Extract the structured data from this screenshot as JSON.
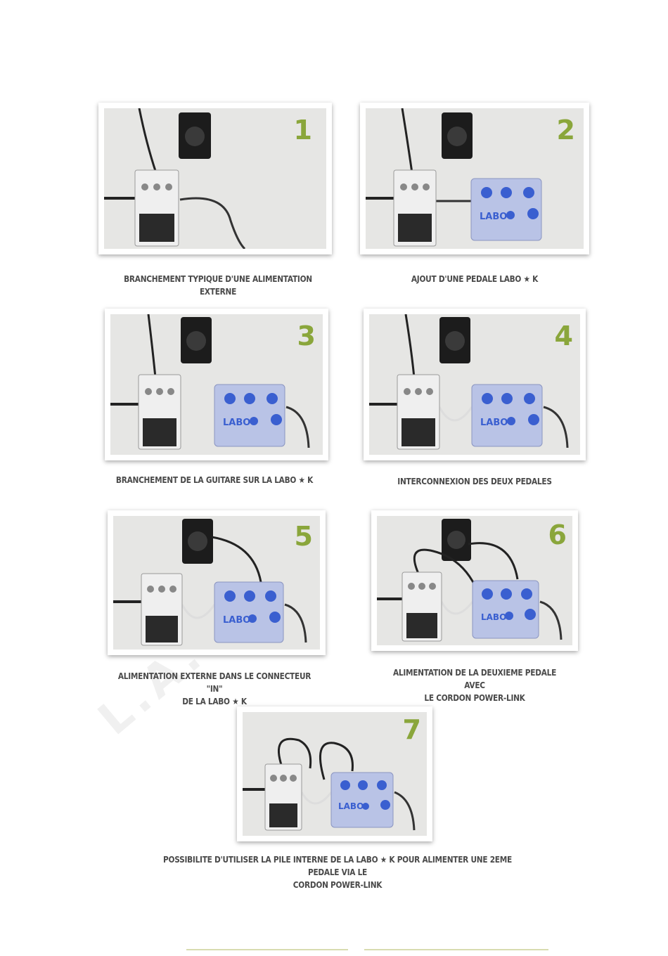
{
  "steps": [
    {
      "number": "1",
      "caption": "BRANCHEMENT TYPIQUE D'UNE ALIMENTATION EXTERNE"
    },
    {
      "number": "2",
      "caption_pre": "AJOUT D'UNE PEDALE LABO",
      "caption_post": "K"
    },
    {
      "number": "3",
      "caption_pre": "BRANCHEMENT DE LA GUITARE SUR LA LABO",
      "caption_post": "K"
    },
    {
      "number": "4",
      "caption": "INTERCONNEXION DES DEUX PEDALES"
    },
    {
      "number": "5",
      "caption_line1": "ALIMENTATION EXTERNE DANS LE CONNECTEUR \"IN\"",
      "caption_line2_pre": "DE LA LABO",
      "caption_line2_post": "K"
    },
    {
      "number": "6",
      "caption_line1": "ALIMENTATION DE LA DEUXIEME PEDALE AVEC",
      "caption_line2": "LE CORDON POWER-LINK"
    },
    {
      "number": "7",
      "caption_line1_pre": "POSSIBILITE D'UTILISER LA PILE INTERNE DE LA LABO",
      "caption_line1_post": "K POUR ALIMENTER UNE 2EME PEDALE VIA LE",
      "caption_line2": "CORDON POWER-LINK"
    }
  ],
  "star_glyph": "★",
  "pedal_label": "LABO",
  "pedal_k": "K",
  "colors": {
    "step_number": "#8aa63b",
    "photo_bg": "#e6e6e4",
    "knob_blue": "#3a5fd0",
    "pedal_body": "#b9c3e6"
  }
}
